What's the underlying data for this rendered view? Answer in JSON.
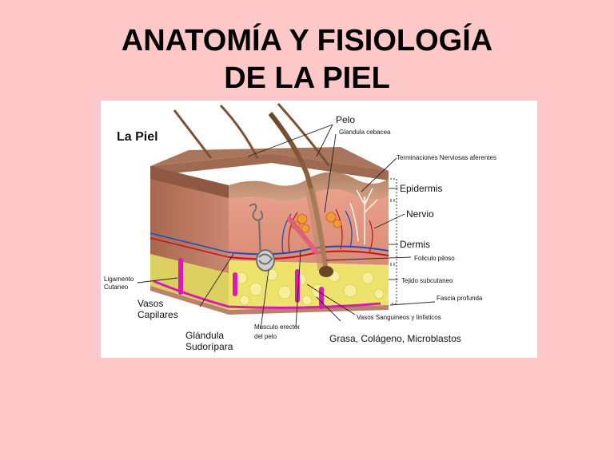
{
  "slide": {
    "title_line1": "ANATOMÍA Y FISIOLOGÍA",
    "title_line2": "DE LA PIEL"
  },
  "figure": {
    "heading": "La Piel",
    "labels": {
      "pelo": "Pelo",
      "glandula_cebacea": "Glandula cebacea",
      "terminaciones": "Terminaciones Nerviosas aferentes",
      "epidermis": "Epidermis",
      "nervio": "Nervio",
      "dermis": "Dermis",
      "foliculo": "Foliculo piloso",
      "tejido": "Tejido subcutaneo",
      "fascia": "Fascia profunda",
      "vasos_sanguineos": "Vasos Sanguineos y linfaticos",
      "grasa": "Grasa, Colágeno, Microblastos",
      "musculo_1": "Musculo erector",
      "musculo_2": "del pelo",
      "glandula_sud_1": "Glándula",
      "glandula_sud_2": "Sudorípara",
      "vasos_cap_1": "Vasos",
      "vasos_cap_2": "Capilares",
      "ligamento_1": "Ligamento",
      "ligamento_2": "Cutaneo"
    }
  },
  "colors": {
    "background": "#ffc9c9",
    "epidermis": "#c99a78",
    "dermis": "#e8a088",
    "subcutaneous_fat": "#e6dd68",
    "vessel_magenta": "#d81bb5",
    "hair": "#7a5234"
  }
}
